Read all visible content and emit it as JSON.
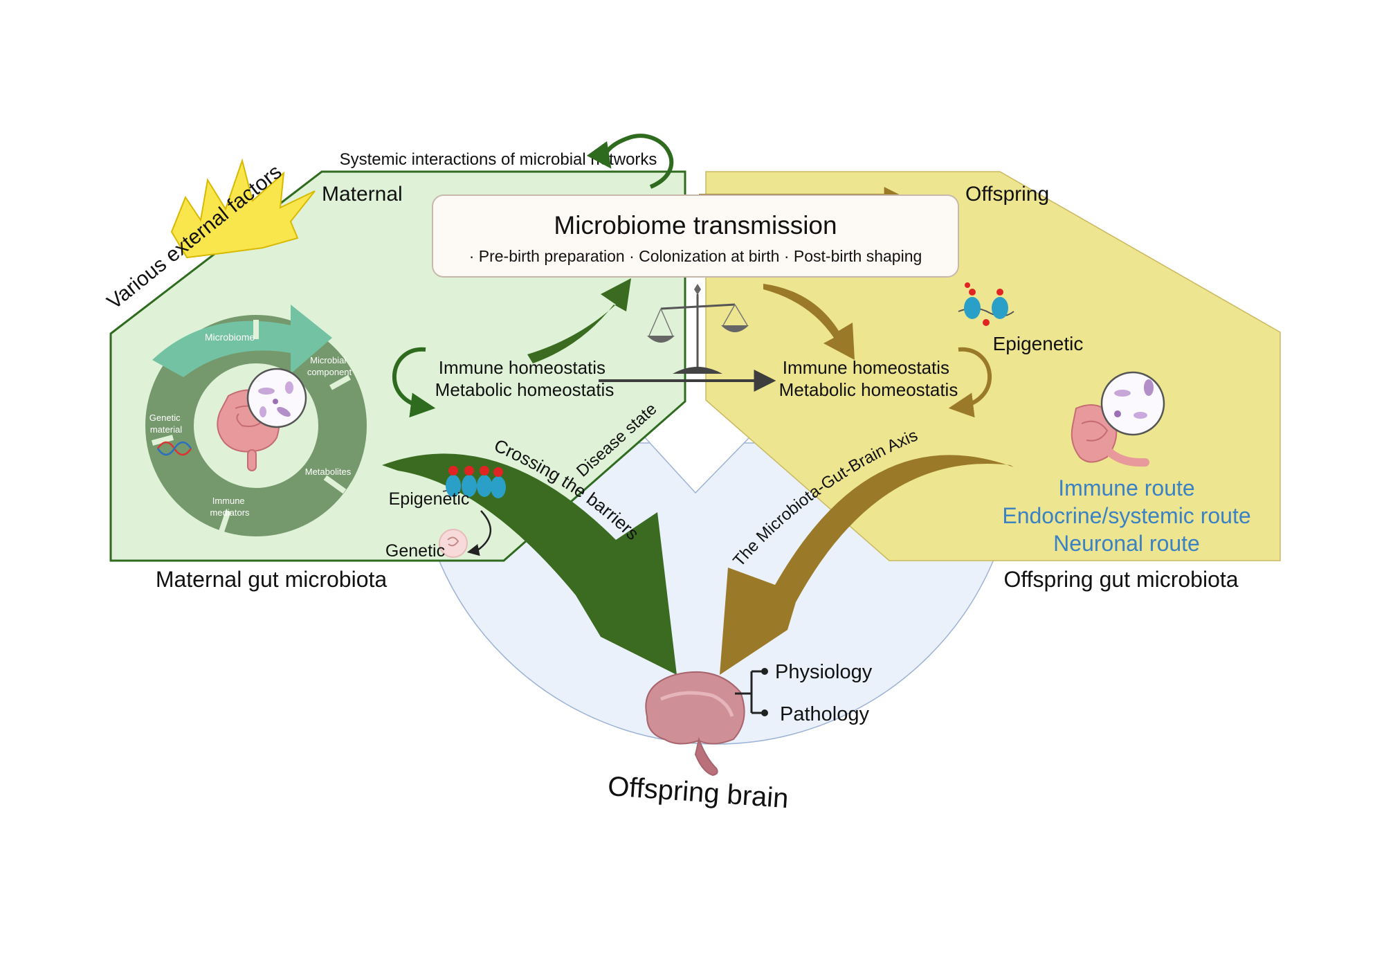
{
  "top_label": "Systemic interactions of microbial networks",
  "external_factors": "Various external factors",
  "maternal": {
    "title": "Maternal",
    "caption": "Maternal gut microbiota",
    "cycle": {
      "microbiome": "Microbiome",
      "microbial_component": [
        "Microbial",
        "component"
      ],
      "metabolites": "Metabolites",
      "immune_mediators": [
        "Immune",
        "mediators"
      ],
      "genetic_material": [
        "Genetic",
        "material"
      ]
    },
    "homeostasis": [
      "Immune homeostatis",
      "Metabolic homeostatis"
    ],
    "epigenetic": "Epigenetic",
    "genetic": "Genetic",
    "disease_state": "Disease state",
    "crossing": "Crossing the barriers"
  },
  "transmission": {
    "title": "Microbiome transmission",
    "stages": [
      "Pre-birth preparation",
      "Colonization at birth",
      "Post-birth shaping"
    ]
  },
  "offspring": {
    "title": "Offspring",
    "caption": "Offspring gut microbiota",
    "epigenetic": "Epigenetic",
    "homeostasis": [
      "Immune homeostatis",
      "Metabolic homeostatis"
    ],
    "routes": [
      "Immune route",
      "Endocrine/systemic route",
      "Neuronal route"
    ],
    "axis": "The Microbiota-Gut-Brain Axis"
  },
  "brain": {
    "title": "Offspring brain",
    "outcomes": [
      "Physiology",
      "Pathology"
    ]
  },
  "colors": {
    "maternal_fill": "#dff2d8",
    "maternal_stroke": "#2f6b1f",
    "offspring_fill": "#ede58f",
    "brain_fill": "#eaf1fb",
    "dark_green": "#3a6b20",
    "olive": "#9a7a28",
    "cycle_green": "#6f9366",
    "teal": "#74c2a4",
    "route_blue": "#3b82c4"
  }
}
